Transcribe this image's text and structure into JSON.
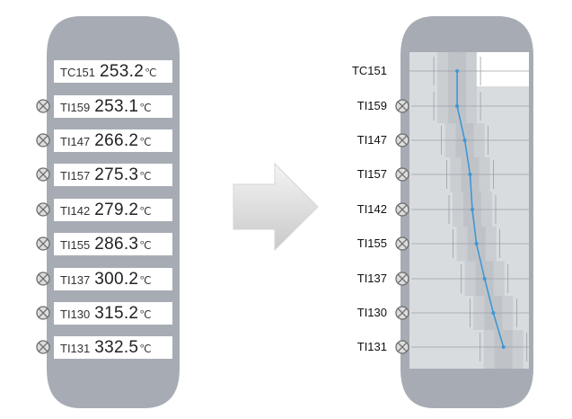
{
  "left_column": {
    "rows": [
      {
        "tag": "TC151",
        "value": "253.2",
        "unit": "℃",
        "valve": false
      },
      {
        "tag": "TI159",
        "value": "253.1",
        "unit": "℃",
        "valve": true
      },
      {
        "tag": "TI147",
        "value": "266.2",
        "unit": "℃",
        "valve": true
      },
      {
        "tag": "TI157",
        "value": "275.3",
        "unit": "℃",
        "valve": true
      },
      {
        "tag": "TI142",
        "value": "279.2",
        "unit": "℃",
        "valve": true
      },
      {
        "tag": "TI155",
        "value": "286.3",
        "unit": "℃",
        "valve": true
      },
      {
        "tag": "TI137",
        "value": "300.2",
        "unit": "℃",
        "valve": true
      },
      {
        "tag": "TI130",
        "value": "315.2",
        "unit": "℃",
        "valve": true
      },
      {
        "tag": "TI131",
        "value": "332.5",
        "unit": "℃",
        "valve": true
      }
    ]
  },
  "right_column": {
    "labels": [
      "TC151",
      "TI159",
      "TI147",
      "TI157",
      "TI142",
      "TI155",
      "TI137",
      "TI130",
      "TI131"
    ]
  },
  "chart_data": {
    "type": "line",
    "x": [
      253.2,
      253.1,
      266.2,
      275.3,
      279.2,
      286.3,
      300.2,
      315.2,
      332.5
    ],
    "categories": [
      "TC151",
      "TI159",
      "TI147",
      "TI157",
      "TI142",
      "TI155",
      "TI137",
      "TI130",
      "TI131"
    ],
    "orientation": "vertical-profile",
    "line_color": "#3f97d3"
  },
  "colors": {
    "vessel": "#a7acb4",
    "vessel_inner": "#d9dcdf",
    "band": "#c4c8cc",
    "line": "#3f97d3",
    "valve_fill": "#dddddd",
    "valve_stroke": "#6d6d6d"
  }
}
